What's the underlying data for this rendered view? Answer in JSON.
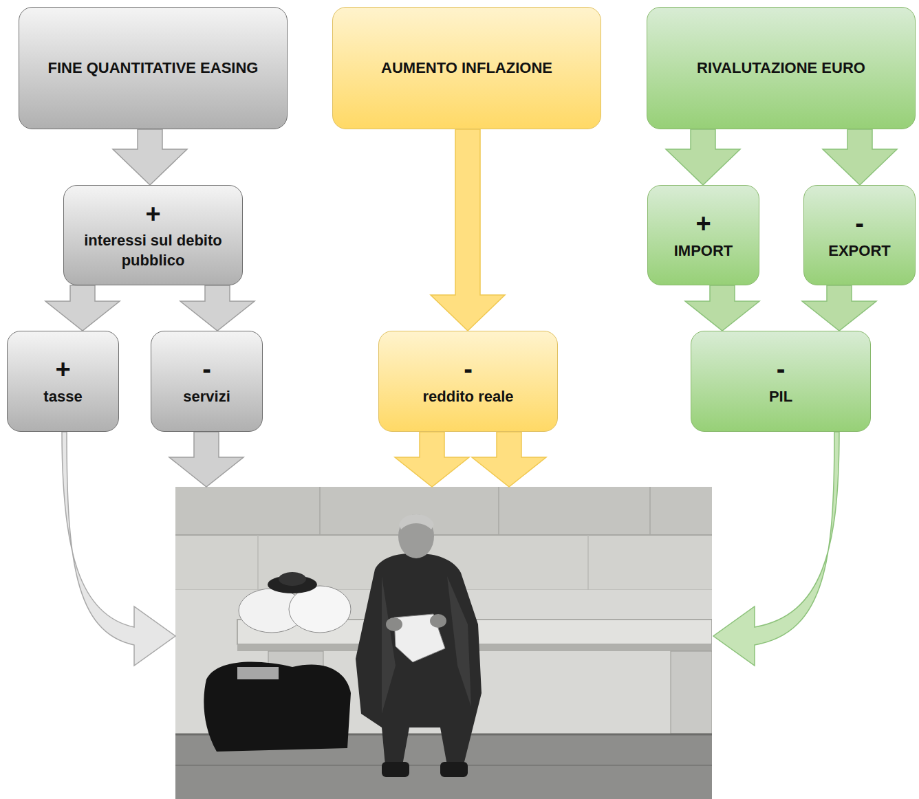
{
  "diagram": {
    "nodes": [
      {
        "text": [
          "FINE QUANTITATIVE EASING"
        ]
      },
      {
        "text": [
          "AUMENTO INFLAZIONE"
        ]
      },
      {
        "text": [
          "RIVALUTAZIONE EURO"
        ]
      },
      {
        "text": [
          "+",
          "interessi sul debito pubblico"
        ]
      },
      {
        "text": [
          "+",
          "IMPORT"
        ]
      },
      {
        "text": [
          "-",
          "EXPORT"
        ]
      },
      {
        "text": [
          "+",
          "tasse"
        ]
      },
      {
        "text": [
          "-",
          "servizi"
        ]
      },
      {
        "text": [
          "-",
          "reddito reale"
        ]
      },
      {
        "text": [
          "-",
          "PIL"
        ]
      }
    ],
    "edges": [
      {
        "from": 0,
        "to": 3,
        "arrow": "to"
      },
      {
        "from": 3,
        "to": 6,
        "arrow": "to"
      },
      {
        "from": 3,
        "to": 7,
        "arrow": "to"
      },
      {
        "from": 1,
        "to": 8,
        "arrow": "to"
      },
      {
        "from": 2,
        "to": 4,
        "arrow": "to"
      },
      {
        "from": 2,
        "to": 5,
        "arrow": "to"
      },
      {
        "from": 4,
        "to": 9,
        "arrow": "to"
      },
      {
        "from": 5,
        "to": 9,
        "arrow": "to"
      }
    ]
  }
}
